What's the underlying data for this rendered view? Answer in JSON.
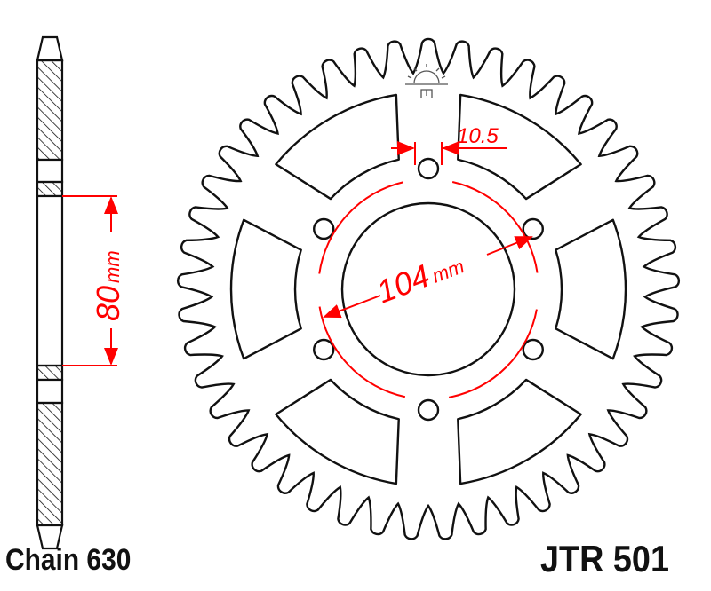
{
  "part_number": "JTR 501",
  "chain_label": "Chain 630",
  "dimensions": {
    "bolt_circle": "104",
    "bolt_circle_unit": "mm",
    "bolt_hole": "10.5",
    "centre_bore": "80",
    "centre_bore_unit": "mm"
  },
  "colors": {
    "outline": "#111111",
    "dimension": "#ff0000"
  }
}
